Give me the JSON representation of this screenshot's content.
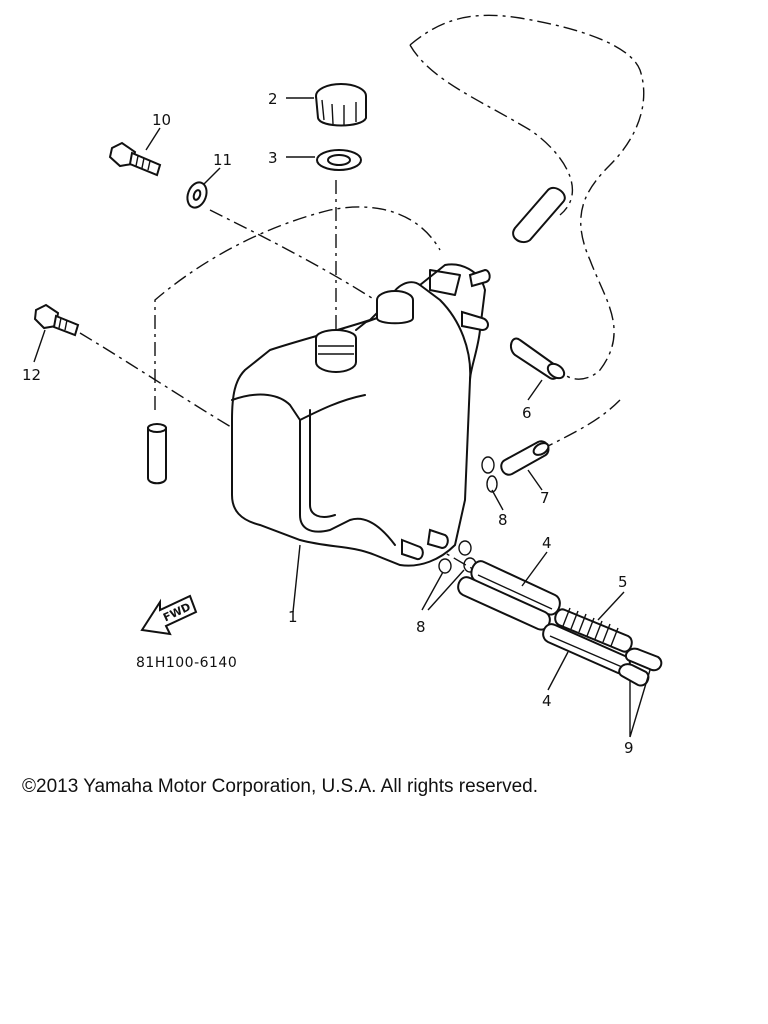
{
  "diagram": {
    "reference_code": "81H100-6140",
    "fwd_label": "FWD",
    "labels": {
      "p1": "1",
      "p2": "2",
      "p3": "3",
      "p4a": "4",
      "p4b": "4",
      "p5": "5",
      "p6": "6",
      "p7": "7",
      "p8a": "8",
      "p8b": "8",
      "p9": "9",
      "p10": "10",
      "p11": "11",
      "p12": "12"
    }
  },
  "footer": {
    "copyright": "©2013 Yamaha Motor Corporation, U.S.A. All rights reserved."
  }
}
